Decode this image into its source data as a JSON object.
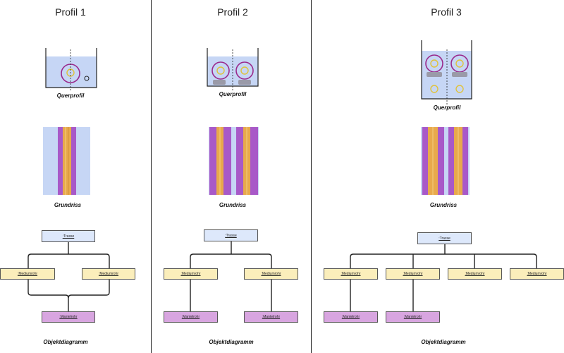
{
  "profiles": [
    {
      "title": "Profil 1",
      "cross_caption": "Querprofil",
      "plan_caption": "Grundriss",
      "diagram_caption": "Objektdiagramm"
    },
    {
      "title": "Profil 2",
      "cross_caption": "Querprofil",
      "plan_caption": "Grundriss",
      "diagram_caption": "Objektdiagramm"
    },
    {
      "title": "Profil 3",
      "cross_caption": "Querprofil",
      "plan_caption": "Grundriss",
      "diagram_caption": "Objektdiagramm"
    }
  ],
  "labels": {
    "trasse": ":Trasse",
    "mediumrohr": ":Mediumrohr",
    "mantelrohr": ":Mantelrohr"
  },
  "colors": {
    "water": "#c6d6f5",
    "pipe_outer": "#9a2a8c",
    "pipe_inner": "#e0c23a",
    "mantel": "#a859c8",
    "medium": "#e8a94c"
  }
}
